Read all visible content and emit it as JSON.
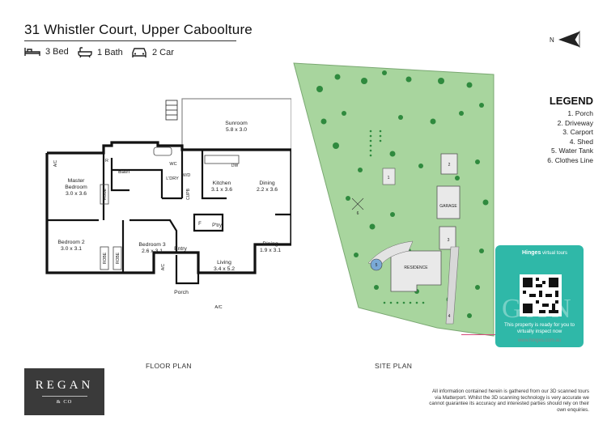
{
  "listing": {
    "address": "31 Whistler Court, Upper Caboolture",
    "features": {
      "beds": "3 Bed",
      "baths": "1 Bath",
      "cars": "2 Car",
      "bed_icon": "bed-icon",
      "bath_icon": "bath-icon",
      "car_icon": "car-icon"
    }
  },
  "compass": {
    "label": "N"
  },
  "floor_plan": {
    "caption": "FLOOR PLAN",
    "rooms": {
      "sunroom": "Sunroom",
      "sunroom_size": "5.8 x 3.0",
      "master": "Master",
      "master2": "Bedroom",
      "master_size": "3.0 x 3.6",
      "bath": "Bath",
      "wc": "WC",
      "ldry": "L'DRY",
      "wd": "W/D",
      "cupb": "CUPB",
      "robe": "ROBE",
      "kitchen": "Kitchen",
      "kitchen_size": "3.1 x 3.6",
      "dw": "DW",
      "dining_top": "Dining",
      "dining_top_size": "2.2 x 3.6",
      "fridge": "F",
      "pantry": "P'try",
      "bed2": "Bedroom 2",
      "bed2_size": "3.0 x 3.1",
      "bed3": "Bedroom 3",
      "bed3_size": "2.6 x 3.1",
      "entry": "Entry",
      "living": "Living",
      "living_size": "3.4 x 5.2",
      "dining_bottom": "Dining",
      "dining_bottom_size": "1.9 x 3.1",
      "porch": "Porch",
      "ac": "A/C",
      "r": "R"
    }
  },
  "site_plan": {
    "caption": "SITE PLAN",
    "labels": {
      "residence": "RESIDENCE",
      "garage": "GARAGE",
      "n1": "1",
      "n2": "2",
      "n3": "3",
      "n4": "4",
      "n5": "5",
      "n6": "6"
    },
    "colors": {
      "lawn": "#a8d59e",
      "tree": "#2f8a3e",
      "path": "#e9e9e9"
    }
  },
  "legend": {
    "title": "LEGEND",
    "items": [
      "1. Porch",
      "2. Driveway",
      "3. Carport",
      "4. Shed",
      "5. Water Tank",
      "6. Clothes Line"
    ]
  },
  "virtual_tour": {
    "brand": "Hinges",
    "product": "virtual tours",
    "text": "This property is ready for you to virtually inspect now",
    "url": "www.hinges.com.au",
    "accent": "#2fb8a8"
  },
  "agency": {
    "name": "REGAN",
    "sub": "& CO"
  },
  "disclaimer": "All information contained herein is gathered from our 3D scanned tours via Matterport. Whilst the 3D scanning technology is very accurate we cannot guarantee its accuracy and interested parties should rely on their own enquiries."
}
